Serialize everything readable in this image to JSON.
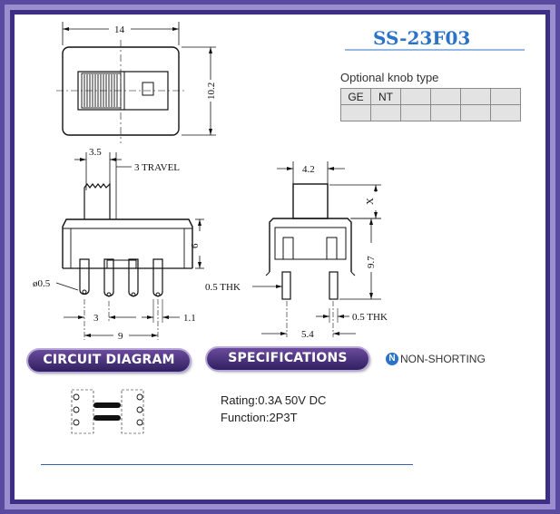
{
  "title": "SS-23F03",
  "knob": {
    "heading": "Optional knob type",
    "cells": [
      "GE",
      "NT",
      "",
      "",
      "",
      ""
    ]
  },
  "dims": {
    "top_width": "14",
    "top_height": "10.2",
    "pitch_lever": "3.5",
    "travel": "3 TRAVEL",
    "body_height": "6",
    "pin_dia": "ø0.5",
    "pin_pitch": "3",
    "pin_width": "1.1",
    "pin_span": "9",
    "knob_width": "4.2",
    "knob_x": "X",
    "side_height": "9.7",
    "thk_left": "0.5 THK",
    "thk_right": "0.5 THK",
    "side_span": "5.4"
  },
  "headers": {
    "circuit": "CIRCUIT DIAGRAM",
    "specifications": "SPECIFICATIONS"
  },
  "nonshorting": {
    "badge": "N",
    "label": "NON-SHORTING"
  },
  "specs": {
    "rating": "Rating:0.3A 50V DC",
    "function": "Function:2P3T"
  },
  "colors": {
    "frame": "#4a3d8f",
    "title": "#2a73c8",
    "pill": "#3d2d74"
  }
}
